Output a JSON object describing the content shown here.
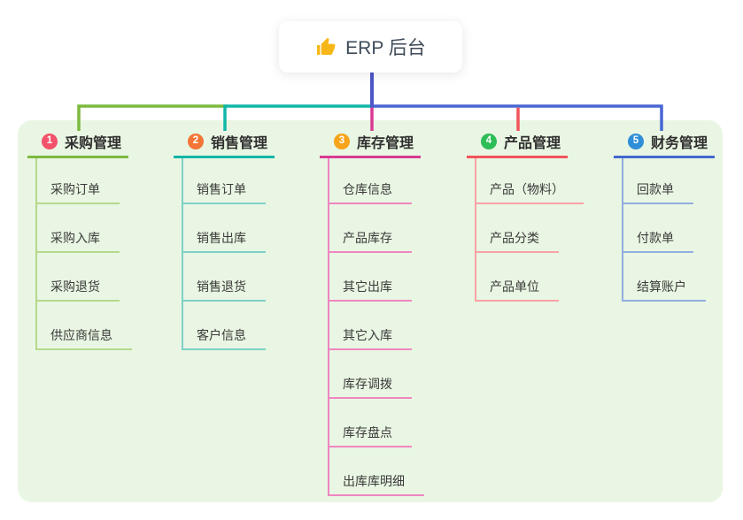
{
  "root": {
    "title": "ERP 后台",
    "icon": "thumbs-up-icon",
    "icon_color": "#f7b718"
  },
  "colors": {
    "panel_bg": "#e9f6e3",
    "root_connector": "#4c57c8",
    "right_connector": "#4a66d4",
    "root_text": "#3e4a57",
    "label_text": "#2f2f2f",
    "child_text": "#3a3a3a"
  },
  "branches": [
    {
      "badge": "1",
      "label": "采购管理",
      "badge_color": "#f3536a",
      "line_color": "#7cba3f",
      "child_line_color": "#b5d98b",
      "children": [
        "采购订单",
        "采购入库",
        "采购退货",
        "供应商信息"
      ]
    },
    {
      "badge": "2",
      "label": "销售管理",
      "badge_color": "#f47637",
      "line_color": "#10b7a8",
      "child_line_color": "#7fd1c8",
      "children": [
        "销售订单",
        "销售出库",
        "销售退货",
        "客户信息"
      ]
    },
    {
      "badge": "3",
      "label": "库存管理",
      "badge_color": "#f8a41b",
      "line_color": "#d93a92",
      "child_line_color": "#ee86c0",
      "children": [
        "仓库信息",
        "产品库存",
        "其它出库",
        "其它入库",
        "库存调拨",
        "库存盘点",
        "出库库明细"
      ]
    },
    {
      "badge": "4",
      "label": "产品管理",
      "badge_color": "#2dbd56",
      "line_color": "#f2545b",
      "child_line_color": "#f9a1a5",
      "children": [
        "产品（物料）",
        "产品分类",
        "产品单位"
      ]
    },
    {
      "badge": "5",
      "label": "财务管理",
      "badge_color": "#2e8fd8",
      "line_color": "#4468cf",
      "child_line_color": "#92addf",
      "children": [
        "回款单",
        "付款单",
        "结算账户"
      ]
    }
  ]
}
